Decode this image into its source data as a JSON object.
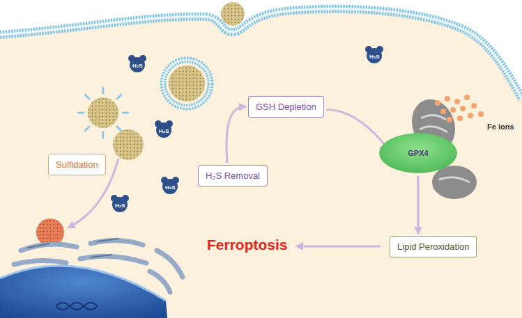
{
  "diagram": {
    "nodes": [
      {
        "text": [
          "Sulfidation"
        ]
      },
      {
        "text": [
          "H₂S Removal"
        ]
      },
      {
        "text": [
          "GSH Depletion"
        ]
      },
      {
        "text": [
          "GPX4"
        ]
      },
      {
        "text": [
          "Lipid Peroxidation"
        ]
      }
    ],
    "edges": [
      {
        "from": 1,
        "to": 2,
        "arrow": "to"
      },
      {
        "from": 2,
        "to": 3,
        "arrow": "to"
      },
      {
        "from": 3,
        "to": 4,
        "arrow": "to"
      }
    ],
    "labels": [
      "Ferroptosis",
      "Fe ions",
      "H₂S",
      "H₂S",
      "H₂S",
      "H₂S",
      "H₂S"
    ]
  }
}
